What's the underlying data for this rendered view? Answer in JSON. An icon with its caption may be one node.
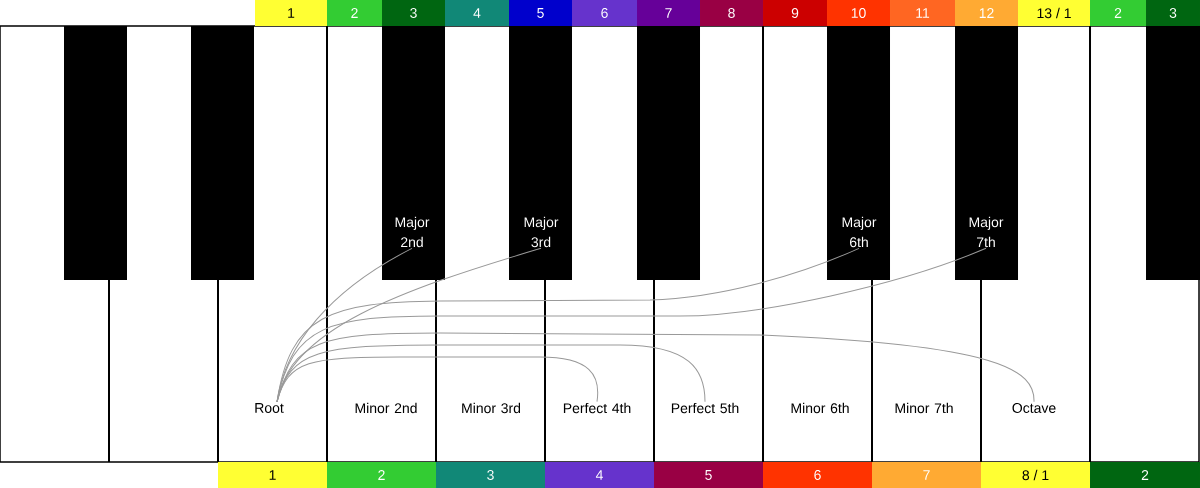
{
  "diagram": {
    "nodes": [
      {
        "text": [
          "Major 2nd"
        ]
      },
      {
        "text": [
          "Major 3rd"
        ]
      },
      {
        "text": [
          "Major 6th"
        ]
      },
      {
        "text": [
          "Major 7th"
        ]
      },
      {
        "text": [
          "Root"
        ]
      },
      {
        "text": [
          "Minor 2nd"
        ]
      },
      {
        "text": [
          "Minor 3rd"
        ]
      },
      {
        "text": [
          "Perfect 4th"
        ]
      },
      {
        "text": [
          "Perfect 5th"
        ]
      },
      {
        "text": [
          "Minor 6th"
        ]
      },
      {
        "text": [
          "Minor 7th"
        ]
      },
      {
        "text": [
          "Octave"
        ]
      }
    ],
    "edges": [
      {
        "from": 4,
        "to": 0,
        "arrow": "none"
      },
      {
        "from": 4,
        "to": 1,
        "arrow": "none"
      },
      {
        "from": 4,
        "to": 7,
        "arrow": "none"
      },
      {
        "from": 4,
        "to": 8,
        "arrow": "none"
      },
      {
        "from": 4,
        "to": 2,
        "arrow": "none"
      },
      {
        "from": 4,
        "to": 3,
        "arrow": "none"
      },
      {
        "from": 4,
        "to": 11,
        "arrow": "none"
      }
    ],
    "labels": [
      "1",
      "2",
      "3",
      "4",
      "5",
      "6",
      "7",
      "8",
      "9",
      "10",
      "11",
      "12",
      "13 / 1",
      "2",
      "3",
      "1",
      "2",
      "3",
      "4",
      "5",
      "6",
      "7",
      "8 / 1",
      "2"
    ]
  }
}
